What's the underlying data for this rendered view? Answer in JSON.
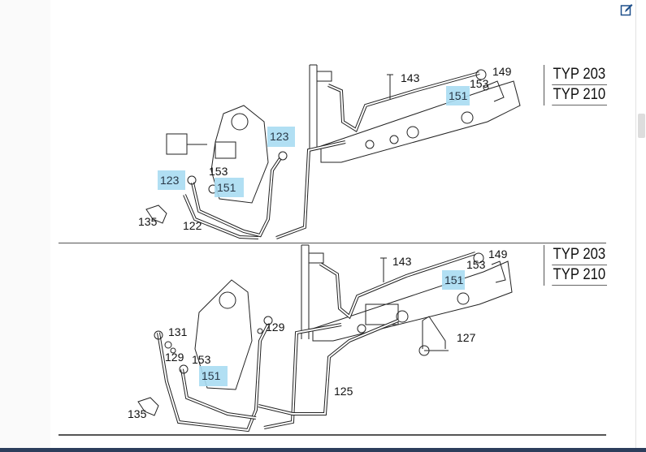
{
  "toolbar": {
    "edit_icon": "edit-icon"
  },
  "panels": [
    {
      "types": [
        "TYP 203",
        "TYP 210"
      ],
      "labels": {
        "a143": "143",
        "a149": "149",
        "a153r": "153",
        "a151r": "151",
        "a123a": "123",
        "a123b": "123",
        "a153l": "153",
        "a151l": "151",
        "a135": "135",
        "a122": "122"
      }
    },
    {
      "types": [
        "TYP 203",
        "TYP 210"
      ],
      "labels": {
        "a143": "143",
        "a149": "149",
        "a153r": "153",
        "a151r": "151",
        "a131": "131",
        "a129a": "129",
        "a129b": "129",
        "a153l": "153",
        "a151l": "151",
        "a135": "135",
        "a125": "125",
        "a127": "127"
      }
    }
  ],
  "colors": {
    "highlight": "#a9dcf2",
    "bottom_bar": "#2c3e5c"
  }
}
